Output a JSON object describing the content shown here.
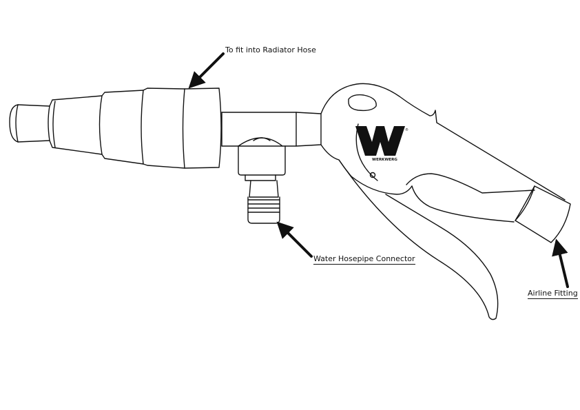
{
  "labels": {
    "radiator_hose": "To fit into Radiator Hose",
    "water_connector": "Water Hosepipe Connector",
    "airline_fitting": "Airline Fitting"
  },
  "logo": {
    "brand_text": "WERKWERG",
    "registered_mark": "®"
  },
  "colors": {
    "line": "#111111",
    "background": "#ffffff"
  }
}
